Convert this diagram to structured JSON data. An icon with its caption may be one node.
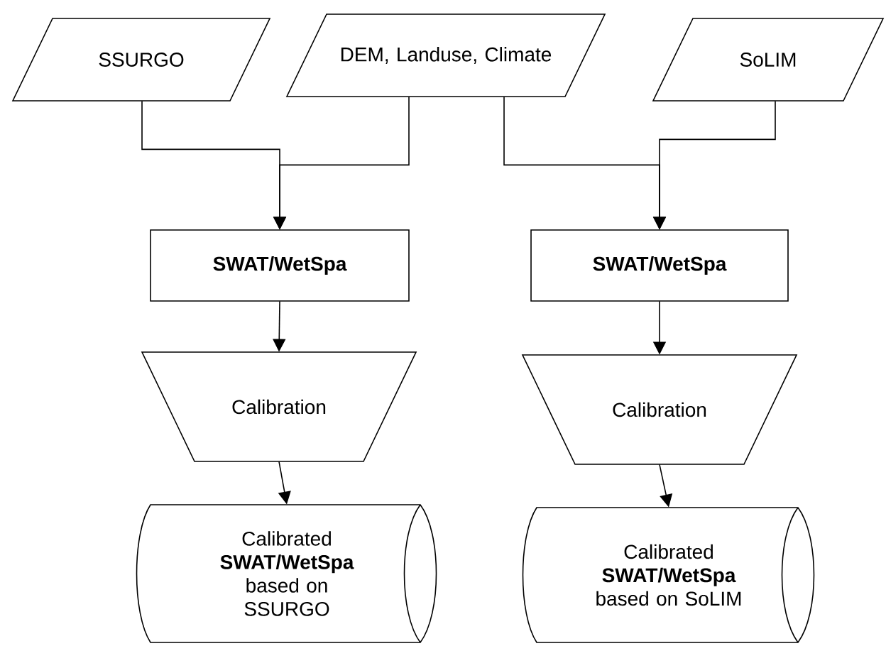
{
  "diagram": {
    "nodes": [
      {
        "text": [
          "SSURGO"
        ]
      },
      {
        "text": [
          "DEM, Landuse, Climate"
        ]
      },
      {
        "text": [
          "SoLIM"
        ]
      },
      {
        "text": [
          "SWAT/WetSpa"
        ]
      },
      {
        "text": [
          "SWAT/WetSpa"
        ]
      },
      {
        "text": [
          "Calibration"
        ]
      },
      {
        "text": [
          "Calibration"
        ]
      },
      {
        "text": [
          "Calibrated **SWAT/WetSpa** based on SSURGO"
        ]
      },
      {
        "text": [
          "Calibrated **SWAT/WetSpa** based on SoLIM"
        ]
      }
    ],
    "edges": [
      {
        "from": 0,
        "to": 3,
        "arrow": "to"
      },
      {
        "from": 1,
        "to": 3,
        "arrow": "to"
      },
      {
        "from": 1,
        "to": 4,
        "arrow": "to"
      },
      {
        "from": 2,
        "to": 4,
        "arrow": "to"
      },
      {
        "from": 3,
        "to": 5,
        "arrow": "to"
      },
      {
        "from": 4,
        "to": 6,
        "arrow": "to"
      },
      {
        "from": 5,
        "to": 7,
        "arrow": "to"
      },
      {
        "from": 6,
        "to": 8,
        "arrow": "to"
      }
    ]
  }
}
